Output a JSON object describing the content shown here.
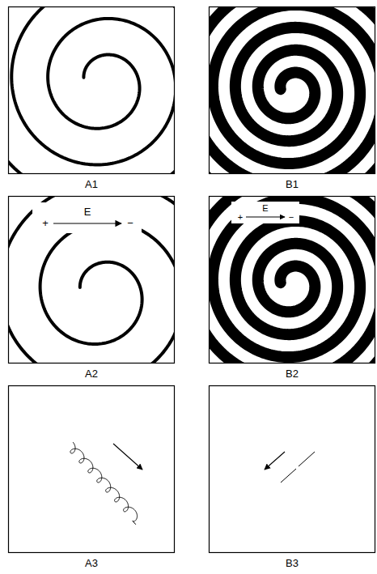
{
  "diagram": {
    "labels": [
      "A1",
      "B1",
      "+",
      "E",
      "−",
      "+",
      "E",
      "−",
      "A2",
      "B2",
      "A3",
      "B3"
    ]
  }
}
